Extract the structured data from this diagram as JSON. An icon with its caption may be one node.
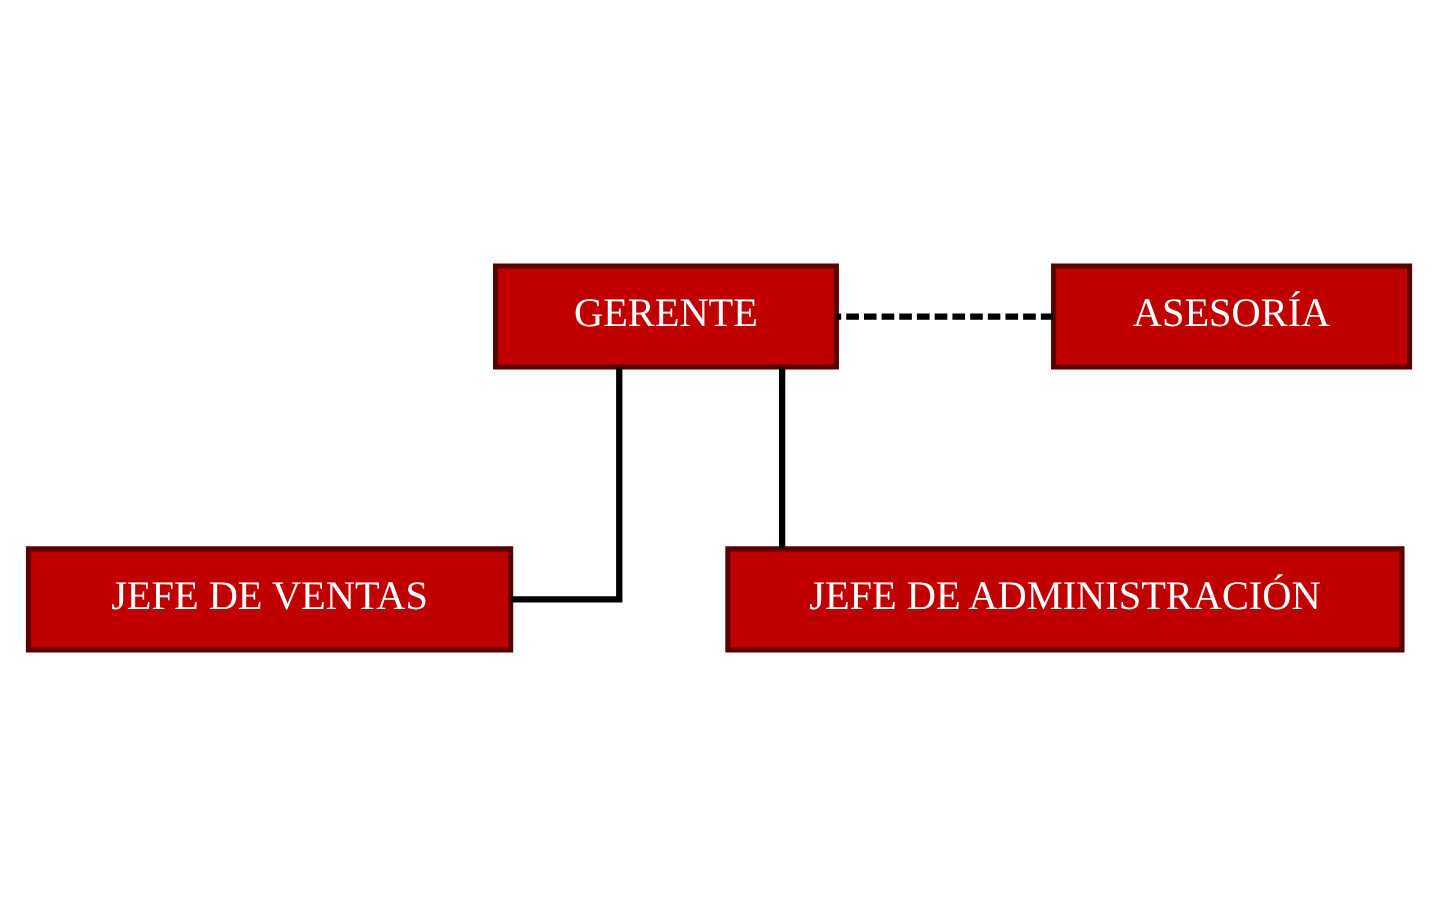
{
  "diagram": {
    "nodes": [
      {
        "text": [
          "GERENTE"
        ]
      },
      {
        "text": [
          "ASESORÍA"
        ]
      },
      {
        "text": [
          "JEFE DE VENTAS"
        ]
      },
      {
        "text": [
          "JEFE DE ADMINISTRACIÓN"
        ]
      }
    ],
    "edges": [
      {
        "from": 1,
        "to": 0,
        "arrow": "none",
        "style": "dashed"
      },
      {
        "from": 0,
        "to": 2,
        "arrow": "none"
      },
      {
        "from": 0,
        "to": 3,
        "arrow": "none"
      }
    ]
  }
}
